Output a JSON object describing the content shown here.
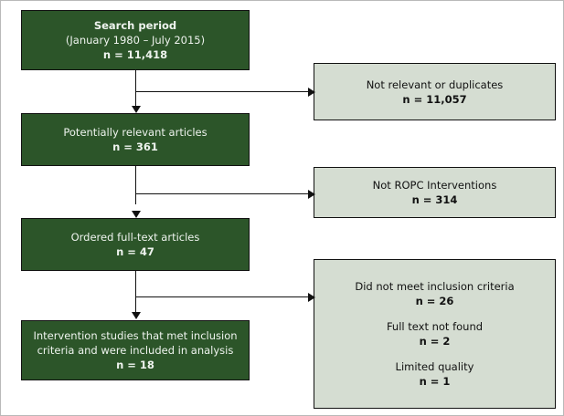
{
  "diagram": {
    "title": "PRISMA-style study selection flow chart",
    "colors": {
      "green_fill": "#2c5529",
      "green_text": "#eef3ee",
      "sage_fill": "#d5ddd2",
      "sage_text": "#111111",
      "line": "#111111",
      "background": "#ffffff"
    },
    "main_nodes": [
      {
        "id": "search-period",
        "lines": [
          {
            "text": "Search period",
            "bold": true
          },
          {
            "text": "(January 1980 – July 2015)",
            "bold": false
          },
          {
            "text": "n = 11,418",
            "bold": true
          }
        ]
      },
      {
        "id": "potentially-relevant-articles",
        "lines": [
          {
            "text": "Potentially relevant articles",
            "bold": false
          },
          {
            "text": "n = 361",
            "bold": true
          }
        ]
      },
      {
        "id": "ordered-full-text-articles",
        "lines": [
          {
            "text": "Ordered full-text articles",
            "bold": false
          },
          {
            "text": "n = 47",
            "bold": true
          }
        ]
      },
      {
        "id": "included-intervention-studies",
        "lines": [
          {
            "text": "Intervention studies that met inclusion",
            "bold": false
          },
          {
            "text": "criteria and were included in analysis",
            "bold": false
          },
          {
            "text": "n = 18",
            "bold": true
          }
        ]
      }
    ],
    "exclusion_nodes": [
      {
        "id": "not-relevant-or-duplicates",
        "lines": [
          {
            "text": "Not relevant or duplicates",
            "bold": false
          },
          {
            "text": "n = 11,057",
            "bold": true
          }
        ]
      },
      {
        "id": "not-ropc-interventions",
        "lines": [
          {
            "text": "Not ROPC Interventions",
            "bold": false
          },
          {
            "text": "n = 314",
            "bold": true
          }
        ]
      },
      {
        "id": "excluded-full-text",
        "lines": [
          {
            "text": "Did not meet inclusion criteria",
            "bold": false
          },
          {
            "text": "n = 26",
            "bold": true
          },
          {
            "text": "",
            "bold": false,
            "spacer": true
          },
          {
            "text": "Full text not found",
            "bold": false
          },
          {
            "text": "n = 2",
            "bold": true
          },
          {
            "text": "",
            "bold": false,
            "spacer": true
          },
          {
            "text": "Limited quality",
            "bold": false
          },
          {
            "text": "n = 1",
            "bold": true
          }
        ]
      }
    ]
  }
}
